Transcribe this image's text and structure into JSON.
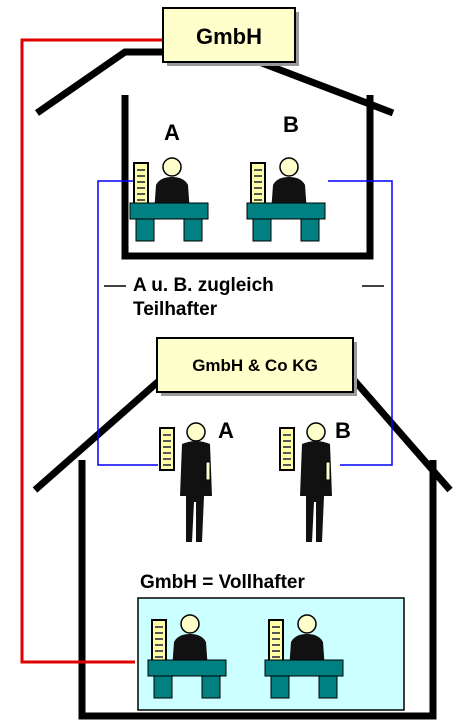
{
  "top_company": {
    "label": "GmbH"
  },
  "people": {
    "a": "A",
    "b": "B"
  },
  "partner_note": {
    "line1": "A u. B. zugleich",
    "line2": "Teilhafter"
  },
  "kg_company": {
    "label": "GmbH & Co KG"
  },
  "liability_note": {
    "label": "GmbH = Vollhafter"
  },
  "colors": {
    "label_box_fill": "#ffffcc",
    "desk": "#008080",
    "connector_red": "#e00000",
    "connector_blue": "#0000ff",
    "office_fill": "#ccffff",
    "person_head": "#ffffcc",
    "document": "#ffffaa"
  },
  "icons": {
    "person_at_desk": "person-at-desk-icon",
    "standing_person": "standing-person-icon",
    "building": "house-roof-icon"
  }
}
